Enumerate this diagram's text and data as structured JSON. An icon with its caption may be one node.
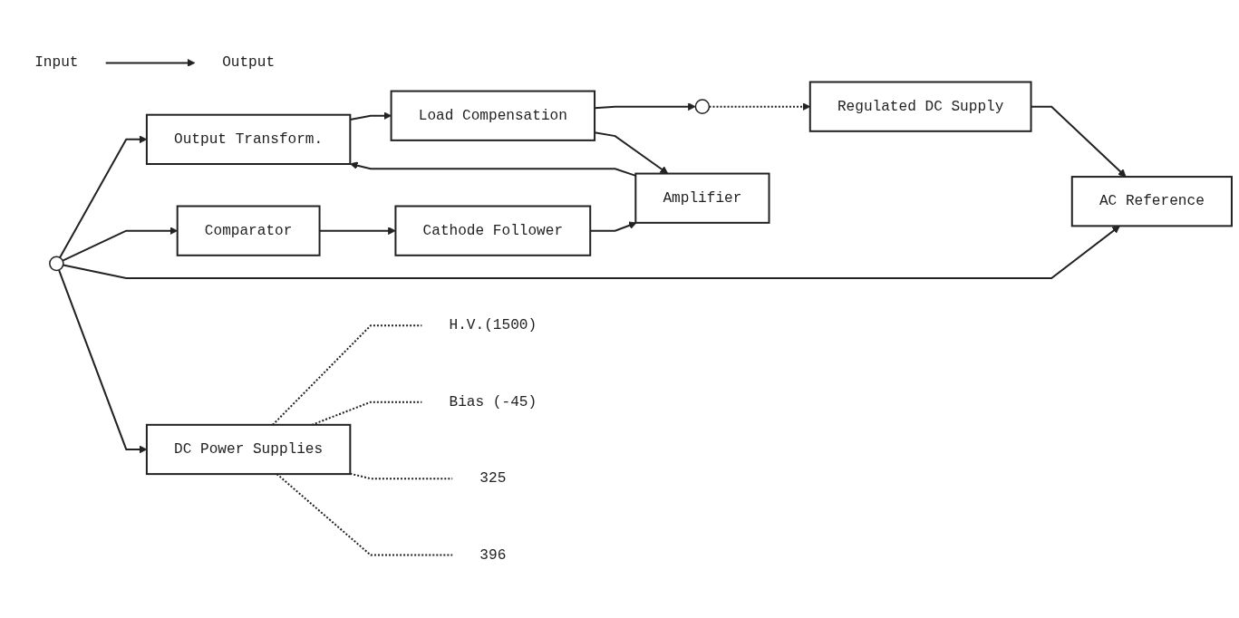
{
  "diagram": {
    "nodes": [
      {
        "text": [
          "Input"
        ]
      },
      {
        "text": [
          "Output"
        ]
      },
      {
        "text": [],
        "shape": "circle"
      },
      {
        "text": [
          "Output Transform."
        ]
      },
      {
        "text": [
          "Load Compensation"
        ]
      },
      {
        "text": [],
        "shape": "circle"
      },
      {
        "text": [
          "Comparator"
        ]
      },
      {
        "text": [
          "Cathode Follower"
        ]
      },
      {
        "text": [
          "Amplifier"
        ]
      },
      {
        "text": [
          "AC Reference"
        ]
      },
      {
        "text": [
          "Regulated DC Supply"
        ]
      },
      {
        "text": [
          "DC Power Supplies"
        ]
      },
      {
        "text": [
          "H.V.(1500)"
        ]
      },
      {
        "text": [
          "Bias (-45)"
        ]
      },
      {
        "text": [
          "325"
        ]
      },
      {
        "text": [
          "396"
        ]
      }
    ],
    "edges": [
      {
        "from": 0,
        "to": 1,
        "arrow": "to"
      },
      {
        "from": 2,
        "to": 3,
        "arrow": "to"
      },
      {
        "from": 2,
        "to": 6,
        "arrow": "to"
      },
      {
        "from": 2,
        "to": 9,
        "arrow": "to"
      },
      {
        "from": 2,
        "to": 11,
        "arrow": "to"
      },
      {
        "from": 3,
        "to": 4,
        "arrow": "to"
      },
      {
        "from": 4,
        "to": 5,
        "arrow": "to"
      },
      {
        "from": 6,
        "to": 7,
        "arrow": "to"
      },
      {
        "from": 7,
        "to": 8,
        "arrow": "to"
      },
      {
        "from": 8,
        "to": 3,
        "arrow": "to"
      },
      {
        "from": 4,
        "to": 8,
        "arrow": "to"
      },
      {
        "from": 5,
        "to": 10,
        "arrow": "to",
        "style": "dashed"
      },
      {
        "from": 10,
        "to": 9,
        "arrow": "to"
      },
      {
        "from": 11,
        "to": 12,
        "arrow": "none",
        "style": "dashed"
      },
      {
        "from": 11,
        "to": 13,
        "arrow": "none",
        "style": "dashed"
      },
      {
        "from": 11,
        "to": 14,
        "arrow": "none",
        "style": "dashed"
      },
      {
        "from": 11,
        "to": 15,
        "arrow": "none",
        "style": "dashed"
      }
    ]
  }
}
